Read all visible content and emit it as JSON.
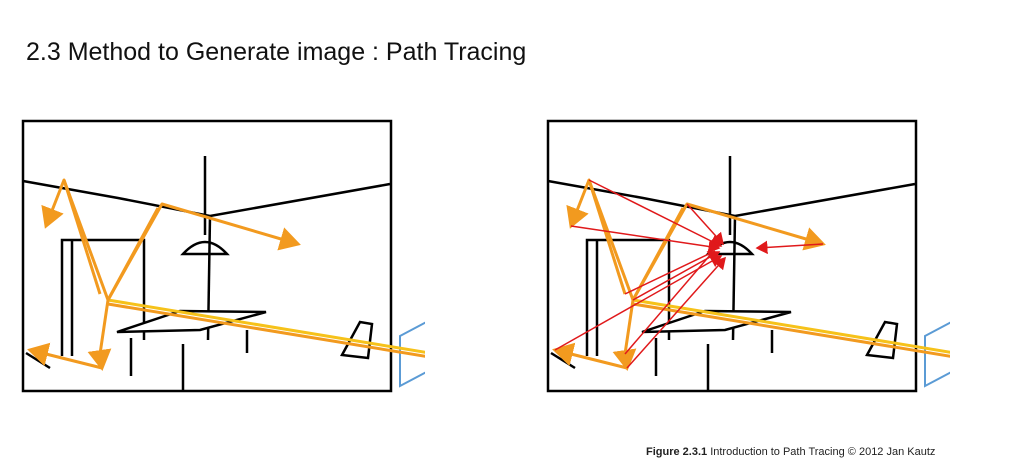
{
  "page": {
    "title": "2.3 Method to Generate image : Path Tracing"
  },
  "colors": {
    "path_ray": "#f29a1f",
    "camera_ray": "#f6c21a",
    "shadow_ray": "#e0191b",
    "image_plane": "#5b9bd5",
    "line": "#000000"
  },
  "caption": {
    "figure_label": "Figure 2.3.1",
    "text": "Introduction to Path Tracing",
    "credit": "© 2012 Jan Kautz"
  },
  "panels": [
    {
      "id": "left",
      "description_icon": "path-tracing-scene"
    },
    {
      "id": "right",
      "description_icon": "path-tracing-with-shadow-rays-scene"
    }
  ]
}
